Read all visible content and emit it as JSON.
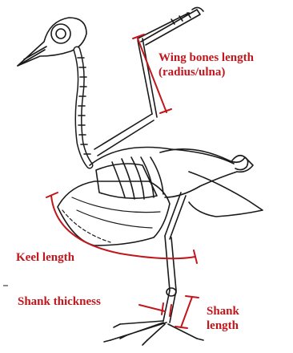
{
  "colors": {
    "annotation": "#c0161c",
    "line_art": "#1a1a1a",
    "background": "#ffffff"
  },
  "labels": {
    "wing_line1": "Wing bones length",
    "wing_line2": "(radius/ulna)",
    "keel": "Keel length",
    "shank_thickness": "Shank thickness",
    "shank_length_line1": "Shank",
    "shank_length_line2": "length"
  }
}
